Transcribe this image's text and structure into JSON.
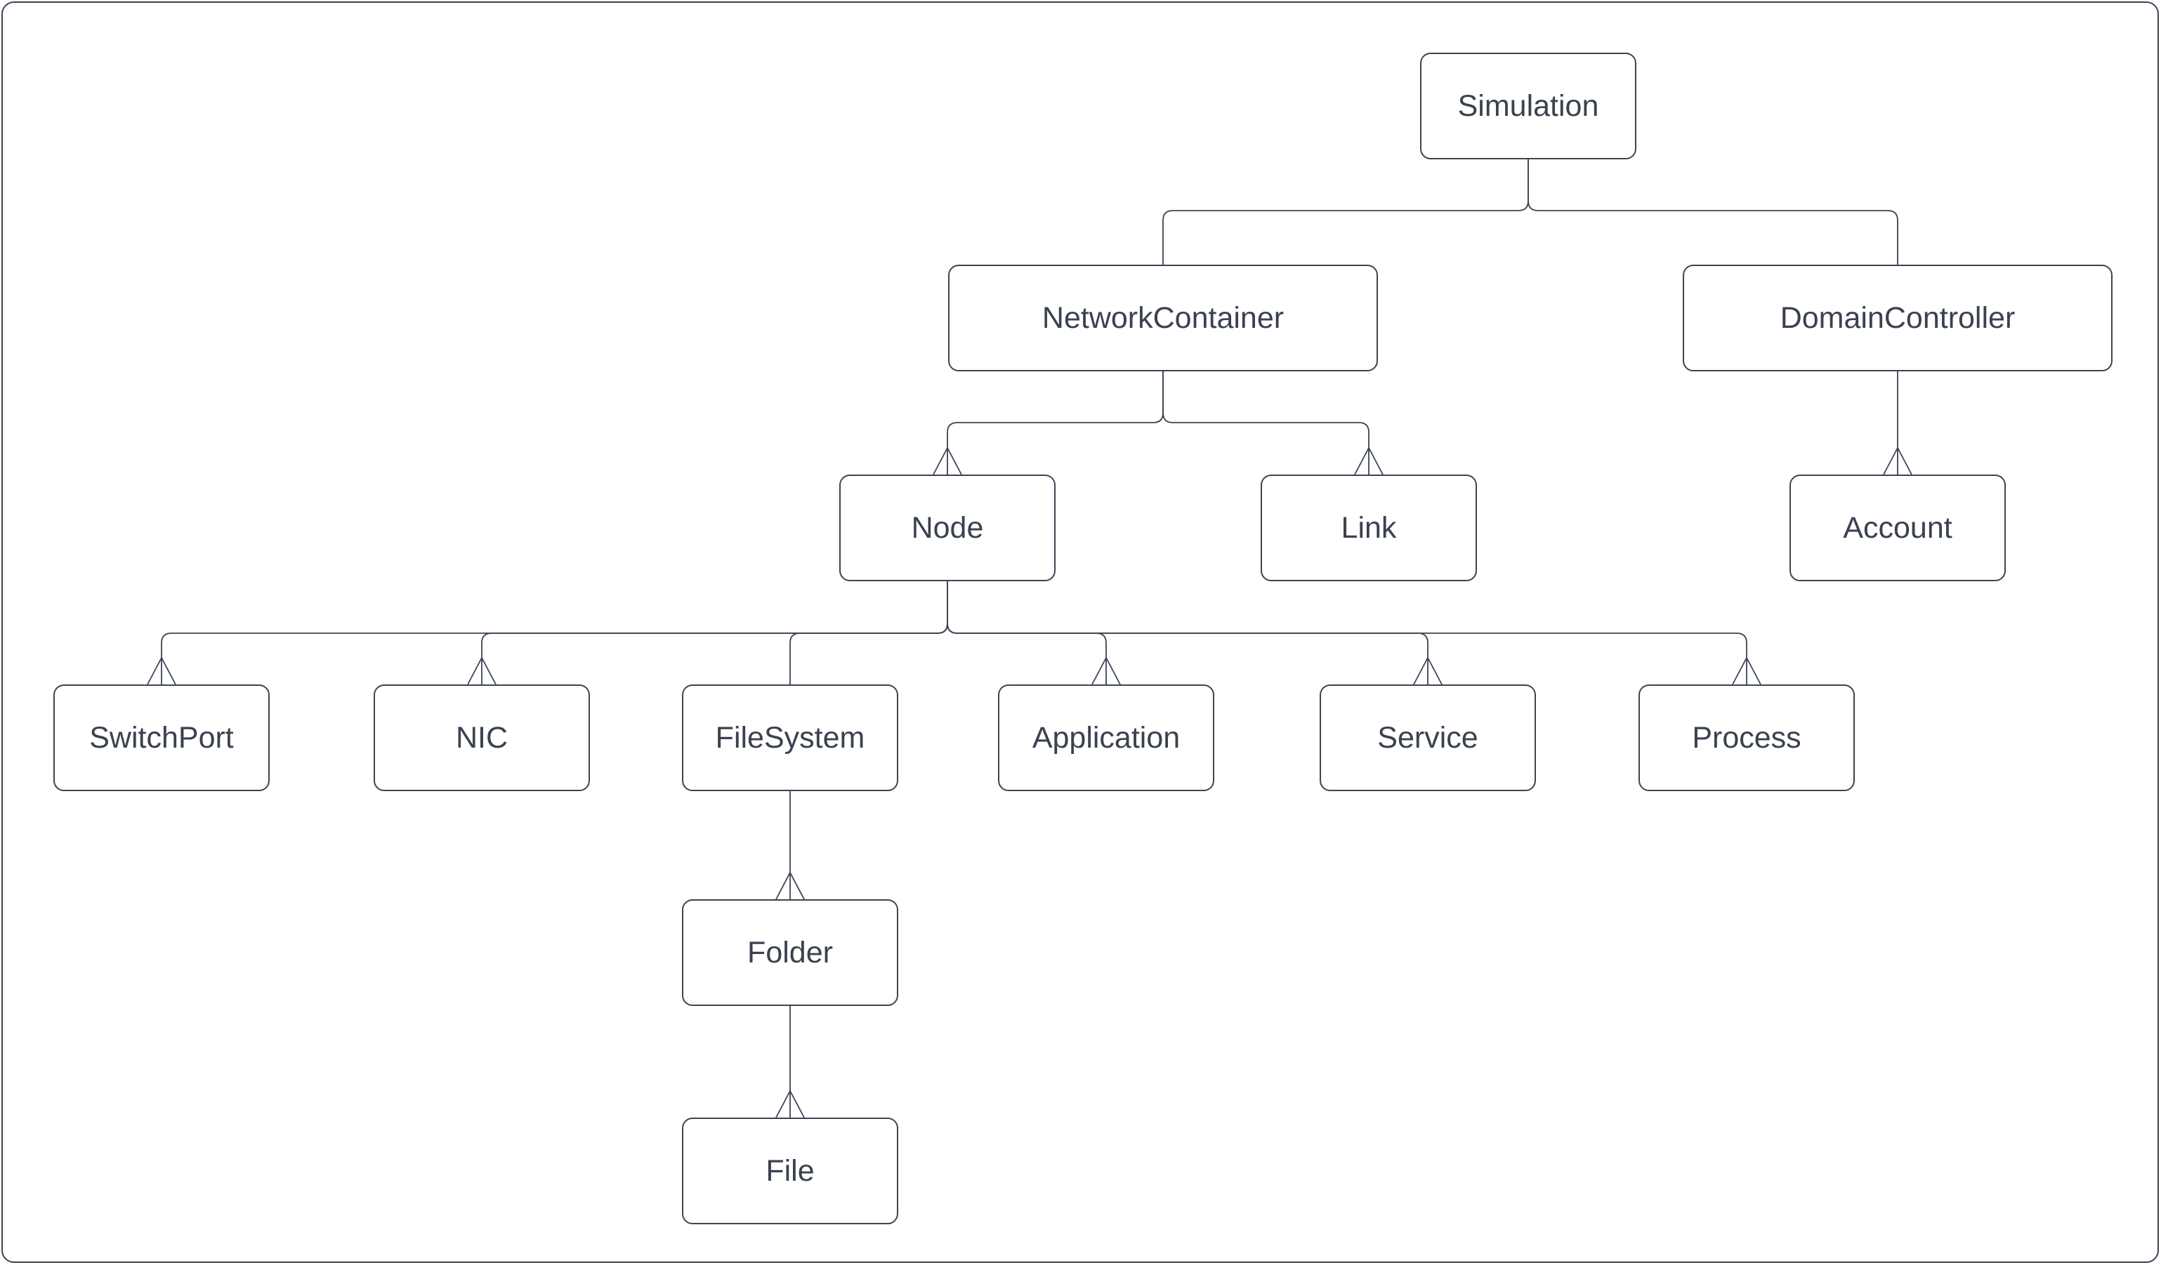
{
  "diagram": {
    "type": "tree",
    "background_color": "#ffffff",
    "stroke_color": "#3c4453",
    "text_color": "#3a424f",
    "node_fill_color": "#ffffff",
    "nodes": [
      {
        "id": "simulation",
        "label": "Simulation"
      },
      {
        "id": "network-container",
        "label": "NetworkContainer"
      },
      {
        "id": "domain-controller",
        "label": "DomainController"
      },
      {
        "id": "node",
        "label": "Node"
      },
      {
        "id": "link",
        "label": "Link"
      },
      {
        "id": "account",
        "label": "Account"
      },
      {
        "id": "switch-port",
        "label": "SwitchPort"
      },
      {
        "id": "nic",
        "label": "NIC"
      },
      {
        "id": "file-system",
        "label": "FileSystem"
      },
      {
        "id": "application",
        "label": "Application"
      },
      {
        "id": "service",
        "label": "Service"
      },
      {
        "id": "process",
        "label": "Process"
      },
      {
        "id": "folder",
        "label": "Folder"
      },
      {
        "id": "file",
        "label": "File"
      }
    ],
    "edges": [
      {
        "from": "Simulation",
        "to": "NetworkContainer",
        "open_arrow_at_child": false
      },
      {
        "from": "Simulation",
        "to": "DomainController",
        "open_arrow_at_child": false
      },
      {
        "from": "NetworkContainer",
        "to": "Node",
        "open_arrow_at_child": true
      },
      {
        "from": "NetworkContainer",
        "to": "Link",
        "open_arrow_at_child": true
      },
      {
        "from": "DomainController",
        "to": "Account",
        "open_arrow_at_child": true
      },
      {
        "from": "Node",
        "to": "SwitchPort",
        "open_arrow_at_child": true
      },
      {
        "from": "Node",
        "to": "NIC",
        "open_arrow_at_child": true
      },
      {
        "from": "Node",
        "to": "FileSystem",
        "open_arrow_at_child": false
      },
      {
        "from": "Node",
        "to": "Application",
        "open_arrow_at_child": true
      },
      {
        "from": "Node",
        "to": "Service",
        "open_arrow_at_child": true
      },
      {
        "from": "Node",
        "to": "Process",
        "open_arrow_at_child": true
      },
      {
        "from": "FileSystem",
        "to": "Folder",
        "open_arrow_at_child": true
      },
      {
        "from": "Folder",
        "to": "File",
        "open_arrow_at_child": true
      }
    ]
  }
}
